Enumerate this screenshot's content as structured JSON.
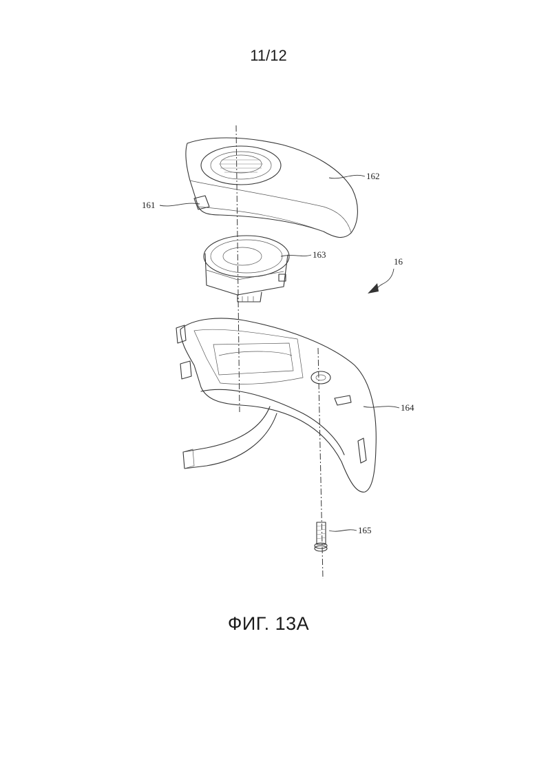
{
  "sheet": {
    "number": "11/12"
  },
  "figure": {
    "caption": "ФИГ. 13A",
    "reference_numerals": {
      "assembly": "16",
      "side_element": "161",
      "top_cover": "162",
      "speaker_module": "163",
      "lower_housing": "164",
      "screw": "165"
    }
  }
}
